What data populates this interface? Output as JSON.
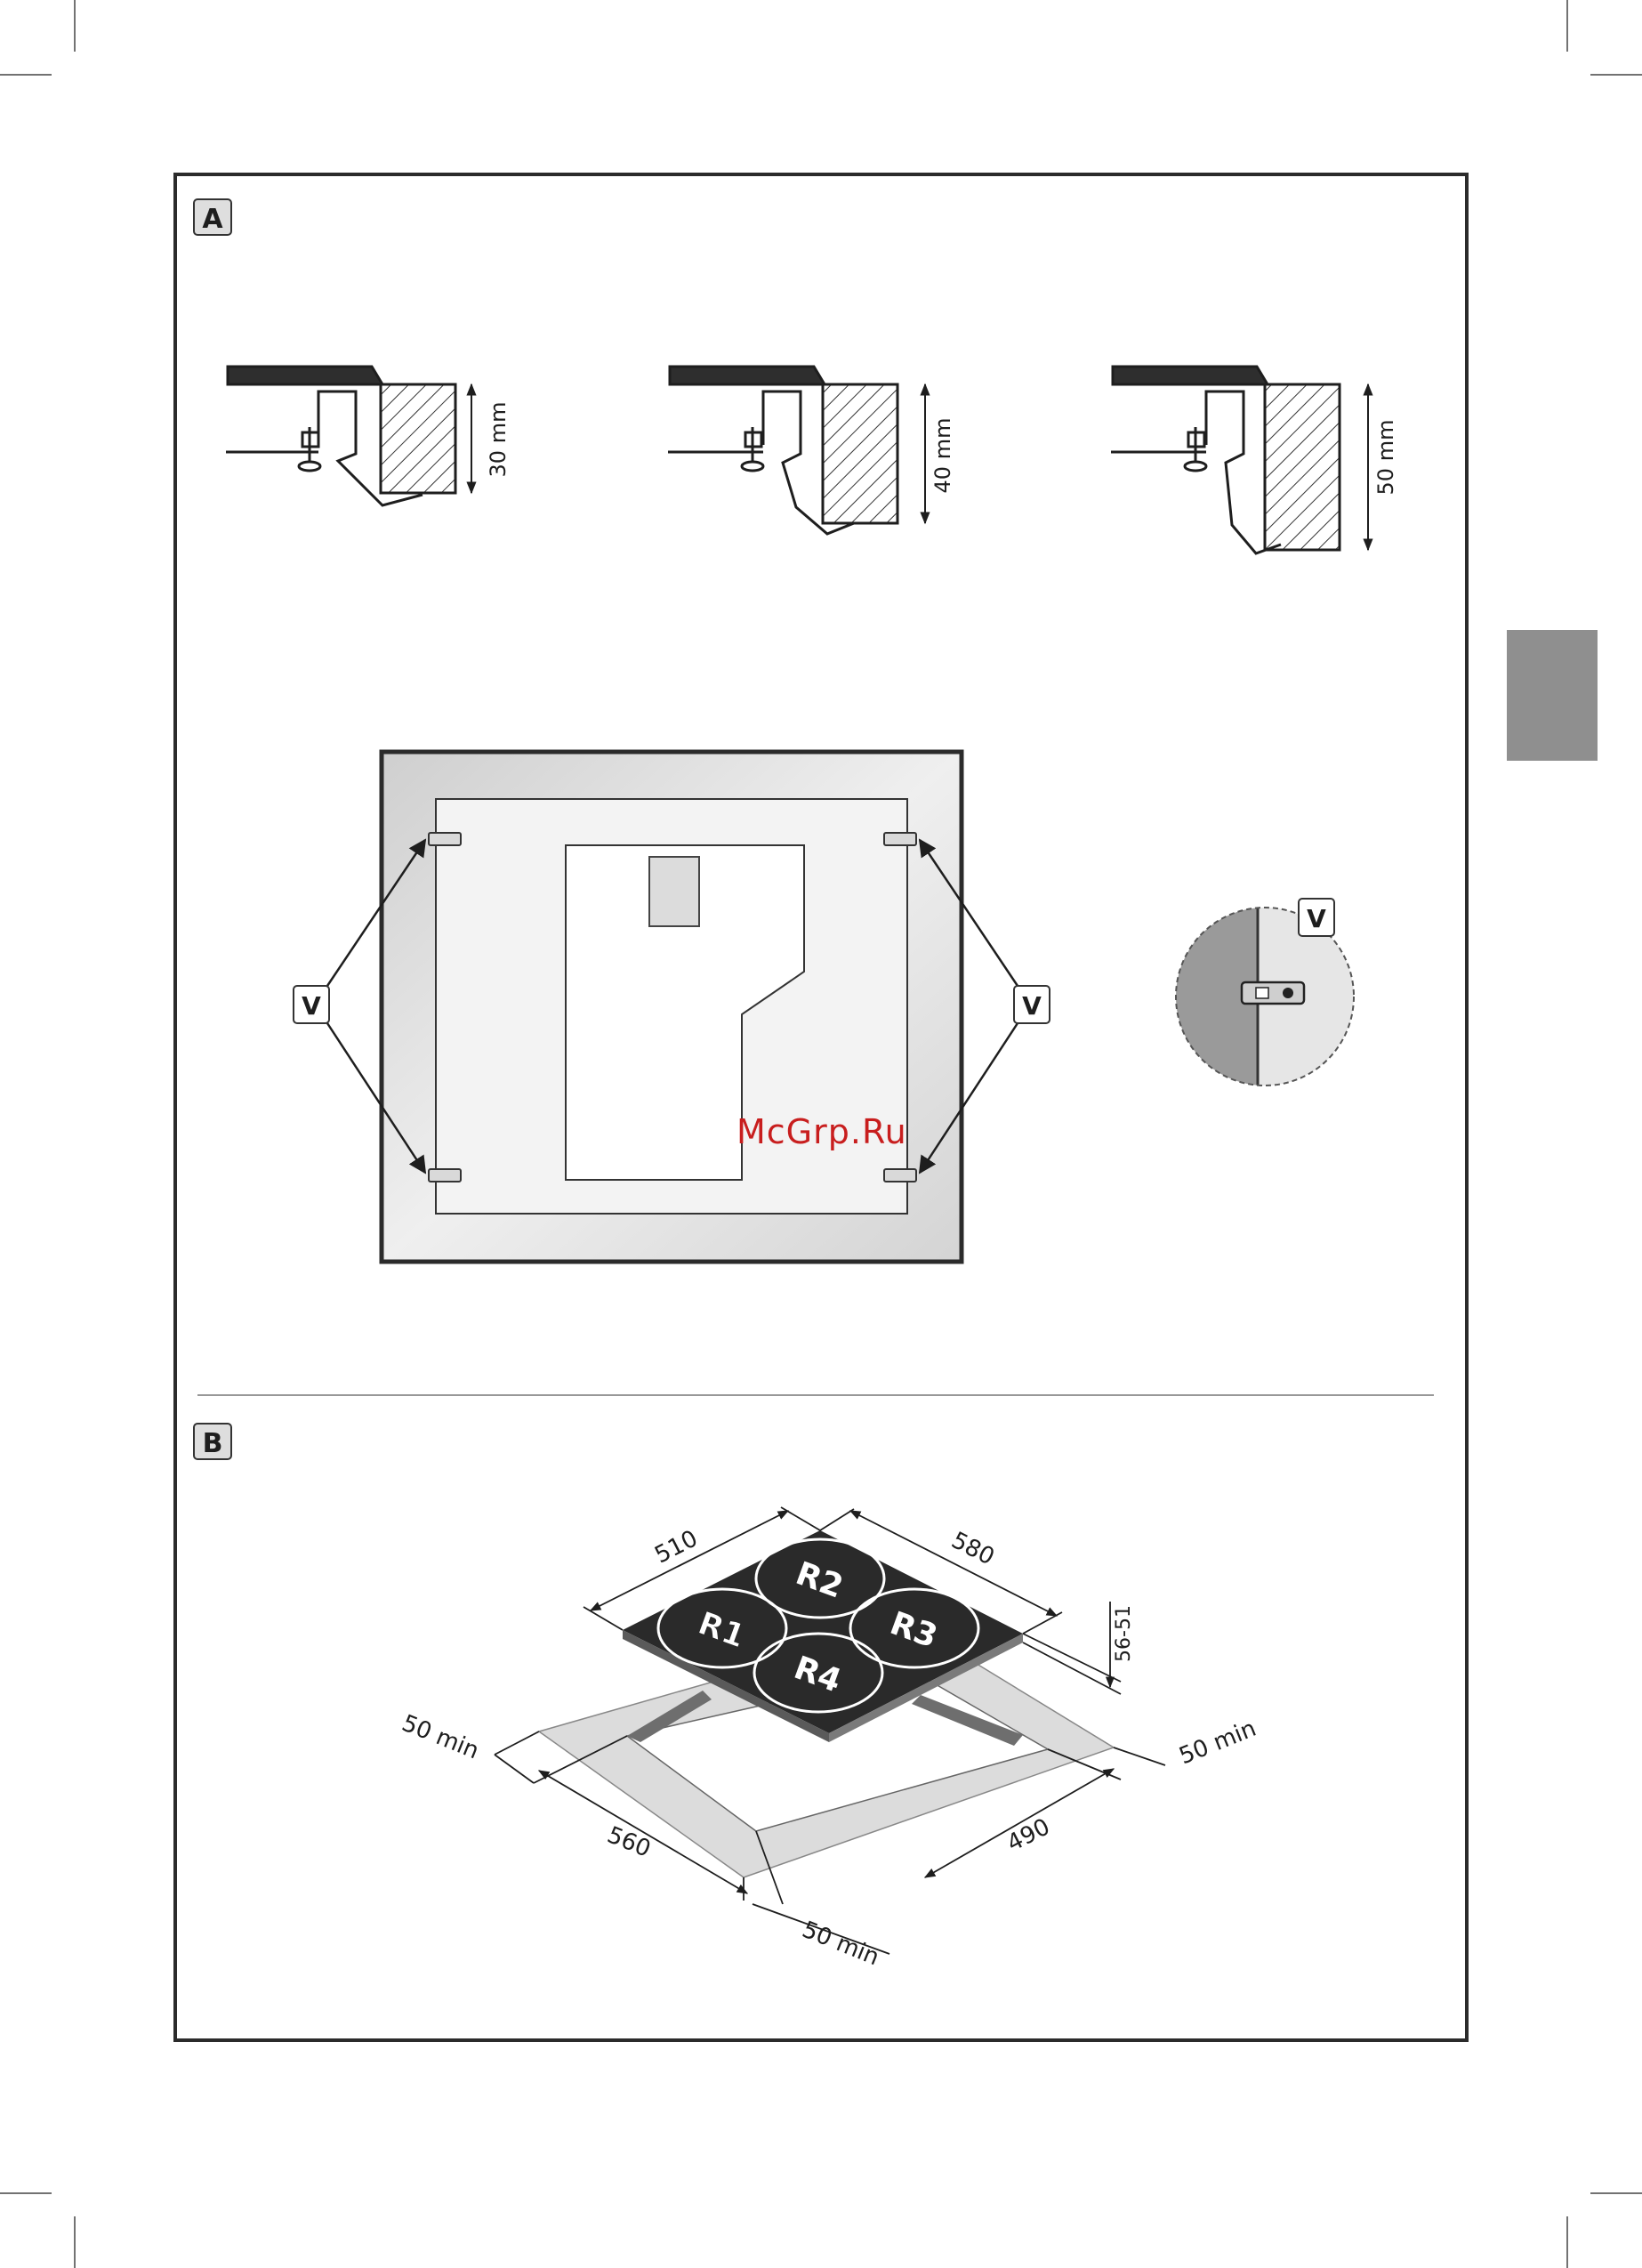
{
  "section_labels": {
    "a": "A",
    "b": "B"
  },
  "profile_dimensions": [
    "30 mm",
    "40 mm",
    "50 mm"
  ],
  "bracket_label": "V",
  "hob_dimensions": {
    "depth": "510",
    "width": "580",
    "thickness": "56-51"
  },
  "zones": [
    "R1",
    "R2",
    "R3",
    "R4"
  ],
  "cutout_dimensions": {
    "left_clearance": "50 min",
    "right_clearance": "50 min",
    "front_clearance": "50 min",
    "width": "560",
    "depth": "490"
  },
  "watermark": "McGrp.Ru",
  "colors": {
    "frame": "#2b2b2b",
    "tab": "#8f8f8f",
    "hob": "#2a2a2a",
    "watermark": "#c81e1e"
  }
}
